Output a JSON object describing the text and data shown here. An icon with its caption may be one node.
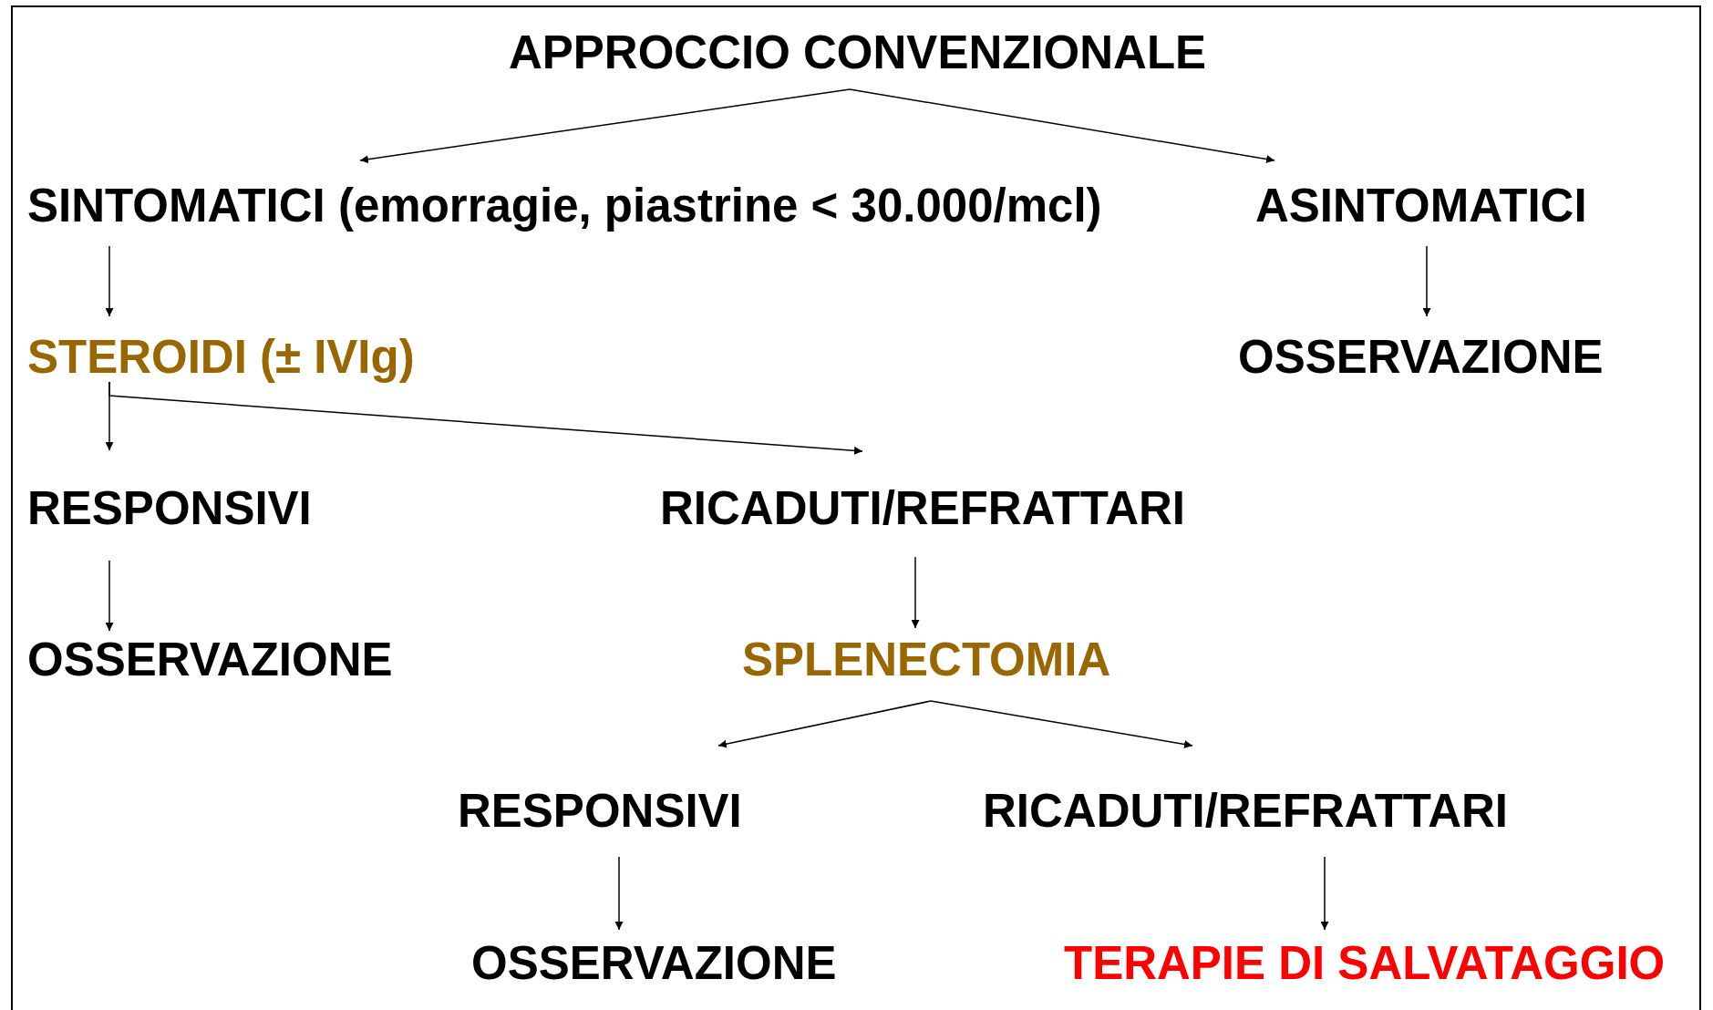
{
  "diagram": {
    "nodes": [
      {
        "text": [
          "APPROCCIO CONVENZIONALE"
        ]
      },
      {
        "text": [
          "SINTOMATICI (emorragie, piastrine < 30.000/mcl)"
        ]
      },
      {
        "text": [
          "ASINTOMATICI"
        ]
      },
      {
        "text": [
          "STEROIDI (± IVIg)"
        ]
      },
      {
        "text": [
          "OSSERVAZIONE"
        ]
      },
      {
        "text": [
          "RESPONSIVI"
        ]
      },
      {
        "text": [
          "RICADUTI/REFRATTARI"
        ]
      },
      {
        "text": [
          "OSSERVAZIONE"
        ]
      },
      {
        "text": [
          "SPLENECTOMIA"
        ]
      },
      {
        "text": [
          "RESPONSIVI"
        ]
      },
      {
        "text": [
          "RICADUTI/REFRATTARI"
        ]
      },
      {
        "text": [
          "OSSERVAZIONE"
        ]
      },
      {
        "text": [
          "TERAPIE DI SALVATAGGIO"
        ]
      }
    ],
    "edges": [
      {
        "from": 0,
        "to": 1,
        "arrow": "to"
      },
      {
        "from": 0,
        "to": 2,
        "arrow": "to"
      },
      {
        "from": 1,
        "to": 3,
        "arrow": "to"
      },
      {
        "from": 2,
        "to": 4,
        "arrow": "to"
      },
      {
        "from": 3,
        "to": 5,
        "arrow": "to"
      },
      {
        "from": 3,
        "to": 6,
        "arrow": "to"
      },
      {
        "from": 5,
        "to": 7,
        "arrow": "to"
      },
      {
        "from": 6,
        "to": 8,
        "arrow": "to"
      },
      {
        "from": 8,
        "to": 9,
        "arrow": "to"
      },
      {
        "from": 8,
        "to": 10,
        "arrow": "to"
      },
      {
        "from": 9,
        "to": 11,
        "arrow": "to"
      },
      {
        "from": 10,
        "to": 12,
        "arrow": "to"
      }
    ]
  }
}
